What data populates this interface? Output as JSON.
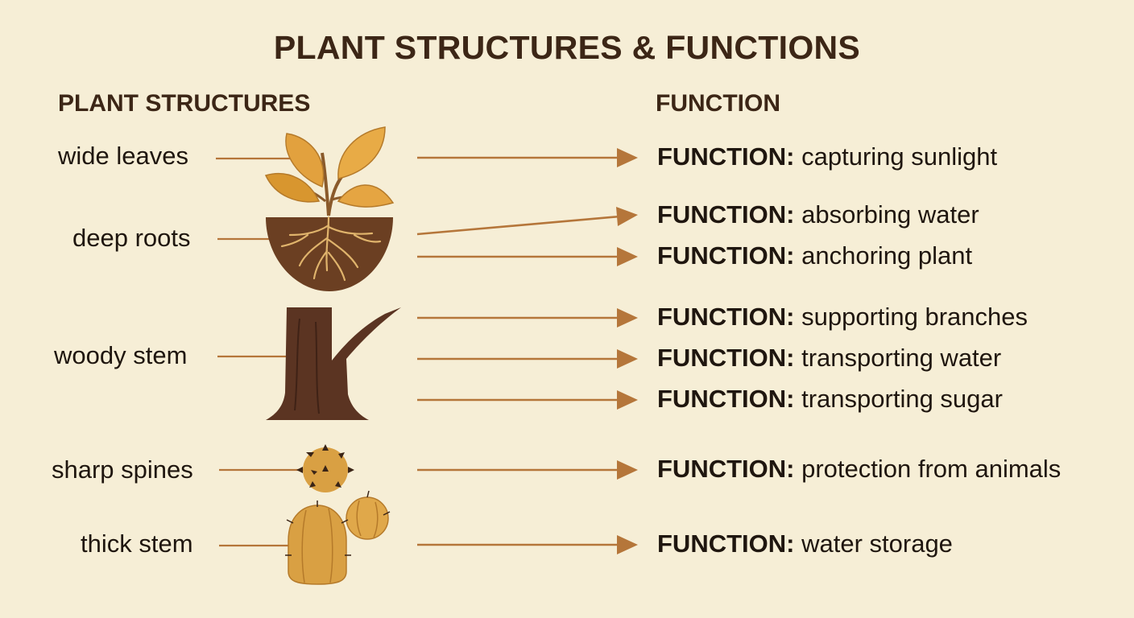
{
  "title": "PLANT STRUCTURES & FUNCTIONS",
  "headers": {
    "structures": "PLANT STRUCTURES",
    "function": "FUNCTION"
  },
  "structures": [
    {
      "label": "wide leaves"
    },
    {
      "label": "deep roots"
    },
    {
      "label": "woody stem"
    },
    {
      "label": "sharp spines"
    },
    {
      "label": "thick stem"
    }
  ],
  "function_prefix": "FUNCTION:",
  "functions": [
    {
      "text": "capturing sunlight"
    },
    {
      "text": "absorbing water"
    },
    {
      "text": "anchoring plant"
    },
    {
      "text": "supporting branches"
    },
    {
      "text": "transporting water"
    },
    {
      "text": "transporting sugar"
    },
    {
      "text": "protection from animals"
    },
    {
      "text": "water storage"
    }
  ],
  "colors": {
    "background": "#f6eed6",
    "title": "#3c2616",
    "arrow": "#b5763a",
    "leaf": "#e2a13e",
    "soil": "#6b3f22",
    "root": "#e0b46c",
    "bark": "#5b3422",
    "cactus": "#d9a043"
  }
}
